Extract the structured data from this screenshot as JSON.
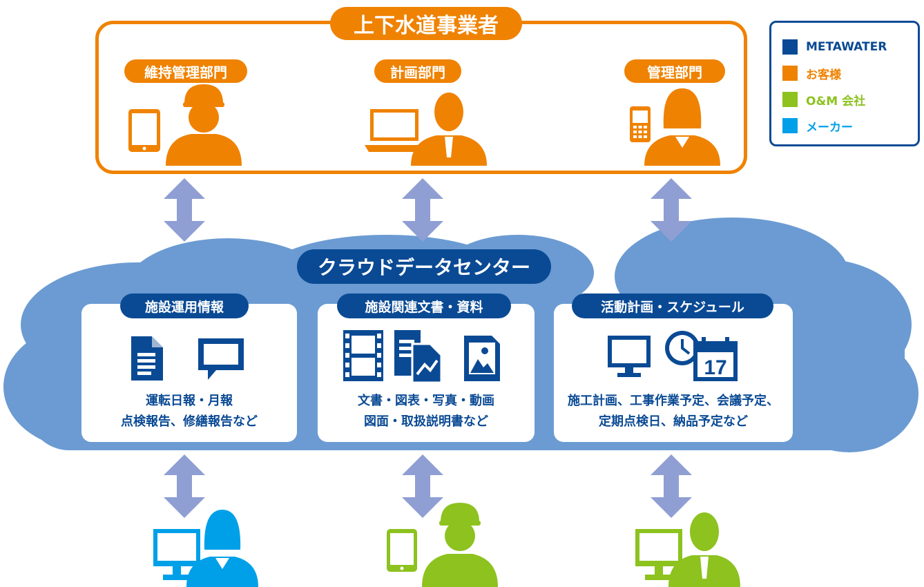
{
  "operator": {
    "title": "上下水道事業者",
    "departments": [
      "維持管理部門",
      "計画部門",
      "管理部門"
    ]
  },
  "legend": [
    {
      "label": "METAWATER",
      "color": "#0a4a94"
    },
    {
      "label": "お客様",
      "color": "#ef8200"
    },
    {
      "label": "O&M 会社",
      "color": "#8dc21f"
    },
    {
      "label": "メーカー",
      "color": "#00a0e9"
    }
  ],
  "cloud": {
    "title": "クラウドデータセンター",
    "panels": [
      {
        "title": "施設運用情報",
        "lines": [
          "運転日報・月報",
          "点検報告、修繕報告など"
        ]
      },
      {
        "title": "施設関連文書・資料",
        "lines": [
          "文書・図表・写真・動画",
          "図面・取扱説明書など"
        ]
      },
      {
        "title": "活動計画・スケジュール",
        "lines": [
          "施工計画、工事作業予定、会議予定、",
          "定期点検日、納品予定など"
        ]
      }
    ],
    "calendar_day": "17"
  },
  "colors": {
    "orange": "#ef8200",
    "navy": "#0a4a94",
    "cloud": "#6b9bd2",
    "arrow": "#8f9fd3",
    "green": "#8dc21f",
    "cyan": "#00a0e9"
  }
}
